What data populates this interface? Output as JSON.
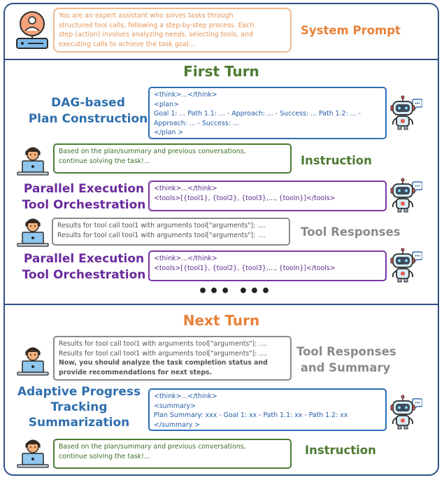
{
  "system": {
    "lines": [
      "You are an expert assistant who solves tasks through",
      "structured tool calls, following a step-by-step process. Each",
      "step (action) involves analyzing needs, selecting tools, and",
      "executing calls to achieve the task goal..."
    ],
    "label": "System Prompt"
  },
  "first_turn": {
    "title": "First Turn",
    "dag": {
      "label_lines": [
        "DAG-based",
        "Plan Construction"
      ],
      "lines": [
        "<think>...</think>",
        "<plan>",
        "Goal 1: ... Path 1.1: ... - Approach: ... - Success:  ... Path 1.2: ... -",
        "Approach: ... - Success:  ...",
        "</plan >"
      ]
    },
    "instruction": {
      "lines": [
        "Based on the plan/summary and previous conversations,",
        "continue solving the task!..."
      ],
      "label": "Instruction"
    },
    "parallel1": {
      "label_lines": [
        "Parallel Execution",
        "Tool Orchestration"
      ],
      "lines": [
        "<think>...</think>",
        "<tools>[{tool1}, {tool2}, {tool3},..., {tooln}]</tools>"
      ]
    },
    "responses": {
      "lines": [
        "Results for tool call tool1 with arguments tool[\"arguments\"]: ....",
        "Results for tool call tool1 with arguments tool[\"arguments\"]: ...."
      ],
      "label": "Tool Responses"
    },
    "parallel2": {
      "label_lines": [
        "Parallel Execution",
        "Tool Orchestration"
      ],
      "lines": [
        "<think>...</think>",
        "<tools>[{tool1}, {tool2}, {tool3},..., {tooln}]</tools>"
      ]
    },
    "ellipsis": "•••  •••"
  },
  "next_turn": {
    "title": "Next Turn",
    "responses": {
      "lines": [
        "Results for tool call tool1 with arguments tool[\"arguments\"]: ....",
        "Results for tool call tool1 with arguments tool[\"arguments\"]: ...."
      ],
      "bold_lines": [
        "Now, you should analyze the task completion status and",
        "provide recommendations for next steps."
      ],
      "label_lines": [
        "Tool Responses",
        "and Summary"
      ]
    },
    "adaptive": {
      "label_lines": [
        "Adaptive Progress",
        "Tracking",
        "Summarization"
      ],
      "lines": [
        "<think>...</think>",
        "<summary>",
        "Plan Summary: xxx - Goal 1: xx  - Path 1.1: xx - Path 1.2: xx",
        "</summary >"
      ]
    },
    "instruction": {
      "lines": [
        "Based on the plan/summary and previous conversations,",
        "continue solving the task!..."
      ],
      "label": "Instruction"
    }
  },
  "icons": [
    "system-user-icon",
    "robot-icon",
    "person-laptop-icon"
  ],
  "colors": {
    "frame": "#2f4f86",
    "orange": "#e8823a",
    "blue": "#2c6fb7",
    "green": "#4a7d33",
    "purple": "#7a35a8",
    "gray": "#8a8a8a"
  }
}
